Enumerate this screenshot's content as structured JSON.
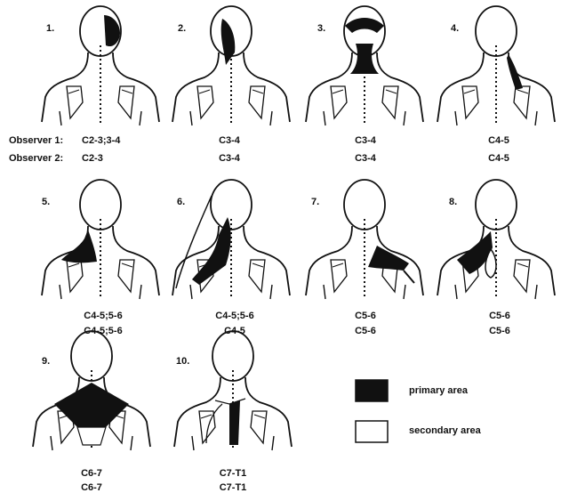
{
  "colors": {
    "ink": "#111111",
    "paper": "#ffffff"
  },
  "observer_labels": [
    "Observer 1:",
    "Observer 2:"
  ],
  "panels": [
    {
      "number": "1.",
      "observer1": "C2-3;3-4",
      "observer2": "C2-3"
    },
    {
      "number": "2.",
      "observer1": "C3-4",
      "observer2": "C3-4"
    },
    {
      "number": "3.",
      "observer1": "C3-4",
      "observer2": "C3-4"
    },
    {
      "number": "4.",
      "observer1": "C4-5",
      "observer2": "C4-5"
    },
    {
      "number": "5.",
      "observer1": "C4-5;5-6",
      "observer2": "C4-5;5-6"
    },
    {
      "number": "6.",
      "observer1": "C4-5;5-6",
      "observer2": "C4-5"
    },
    {
      "number": "7.",
      "observer1": "C5-6",
      "observer2": "C5-6"
    },
    {
      "number": "8.",
      "observer1": "C5-6",
      "observer2": "C5-6"
    },
    {
      "number": "9.",
      "observer1": "C6-7",
      "observer2": "C6-7"
    },
    {
      "number": "10.",
      "observer1": "C7-T1",
      "observer2": "C7-T1"
    }
  ],
  "legend": {
    "primary": "primary area",
    "secondary": "secondary area"
  }
}
